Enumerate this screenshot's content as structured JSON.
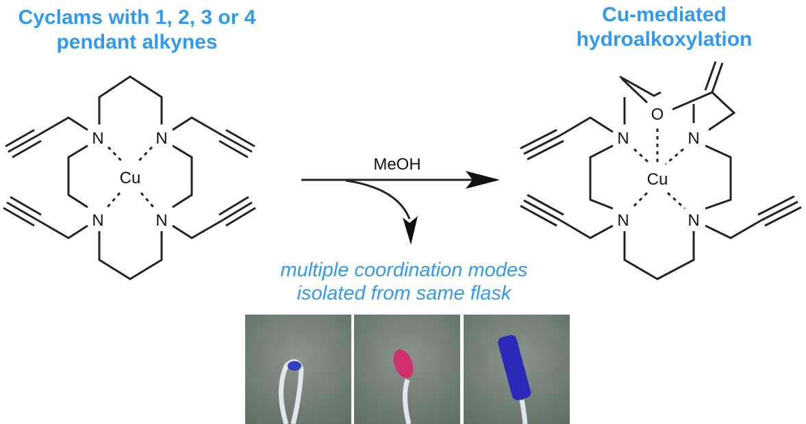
{
  "left_title": [
    "Cyclams with 1, 2, 3 or 4",
    "pendant alkynes"
  ],
  "right_title": [
    "Cu-mediated",
    "hydroalkoxylation"
  ],
  "reagent": "MeOH",
  "note": [
    "multiple coordination modes",
    "isolated from same flask"
  ],
  "atoms": {
    "n": "N",
    "cu": "Cu",
    "o": "O"
  },
  "photos": [
    {
      "crystal_color": "#3040c0"
    },
    {
      "crystal_color": "#d03070"
    },
    {
      "crystal_color": "#2a2ab8"
    }
  ],
  "colors": {
    "accent": "#3399ee",
    "bond": "#222222"
  }
}
